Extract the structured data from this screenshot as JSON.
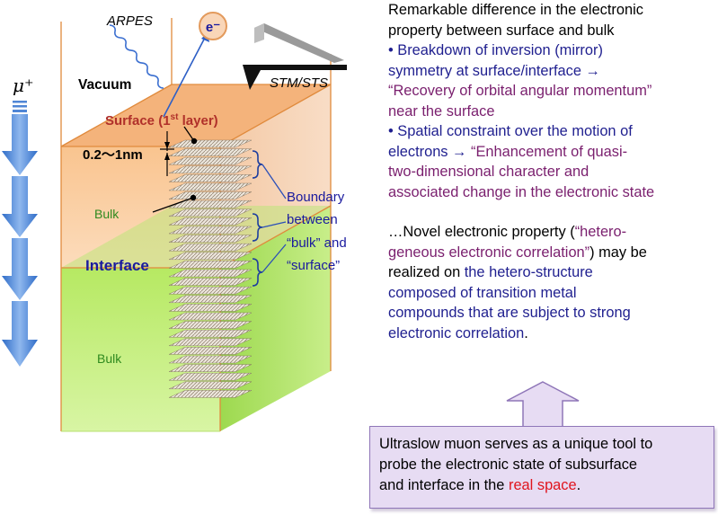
{
  "diagram": {
    "labels": {
      "arpes": "ARPES",
      "electron": "e⁻",
      "vacuum": "Vacuum",
      "stm": "STM/STS",
      "muon": "μ⁺",
      "surface_layer_main": "Surface (1",
      "surface_layer_sup": "st",
      "surface_layer_end": " layer)",
      "thickness": "0.2～1nm",
      "bulk_upper": "Bulk",
      "interface": "Interface",
      "bulk_lower": "Bulk",
      "boundary": [
        "Boundary",
        "between",
        "“bulk” and",
        "“surface”"
      ]
    },
    "colors": {
      "surface_orange": "#f7c08a",
      "bulk_green": "#b8e86a",
      "arrow_blue": "#4f86d6",
      "label_blue": "#1a1a9e",
      "label_green": "#2f8a1f",
      "label_red": "#b0302a"
    }
  },
  "text": {
    "intro_1": "Remarkable difference in the electronic",
    "intro_2": "property between surface and bulk",
    "b1_1": "• Breakdown of inversion (mirror)",
    "b1_2": "symmetry at surface/interface →",
    "b1_3": "“Recovery of orbital angular momentum”",
    "b1_4": "near the surface",
    "b2_1": "• Spatial constraint over the motion of",
    "b2_2a": "electrons  → ",
    "b2_2b": "“Enhancement of quasi-",
    "b2_3": "two-dimensional character and",
    "b2_4": "associated change in the electronic state",
    "n1a": "…Novel electronic property (",
    "n1b": "“hetero-",
    "n2a": "geneous electronic correlation”",
    "n2b": ") may be",
    "n3a": "realized on ",
    "n3b": "the hetero-structure",
    "n4": "composed of transition metal",
    "n5": "compounds that are subject to strong",
    "n6a": "electronic correlation",
    "n6b": "."
  },
  "callout": {
    "l1": "Ultraslow muon serves as a unique tool to",
    "l2": "probe the electronic state of subsurface",
    "l3a": "and interface in the ",
    "l3b": "real space",
    "l3c": "."
  }
}
